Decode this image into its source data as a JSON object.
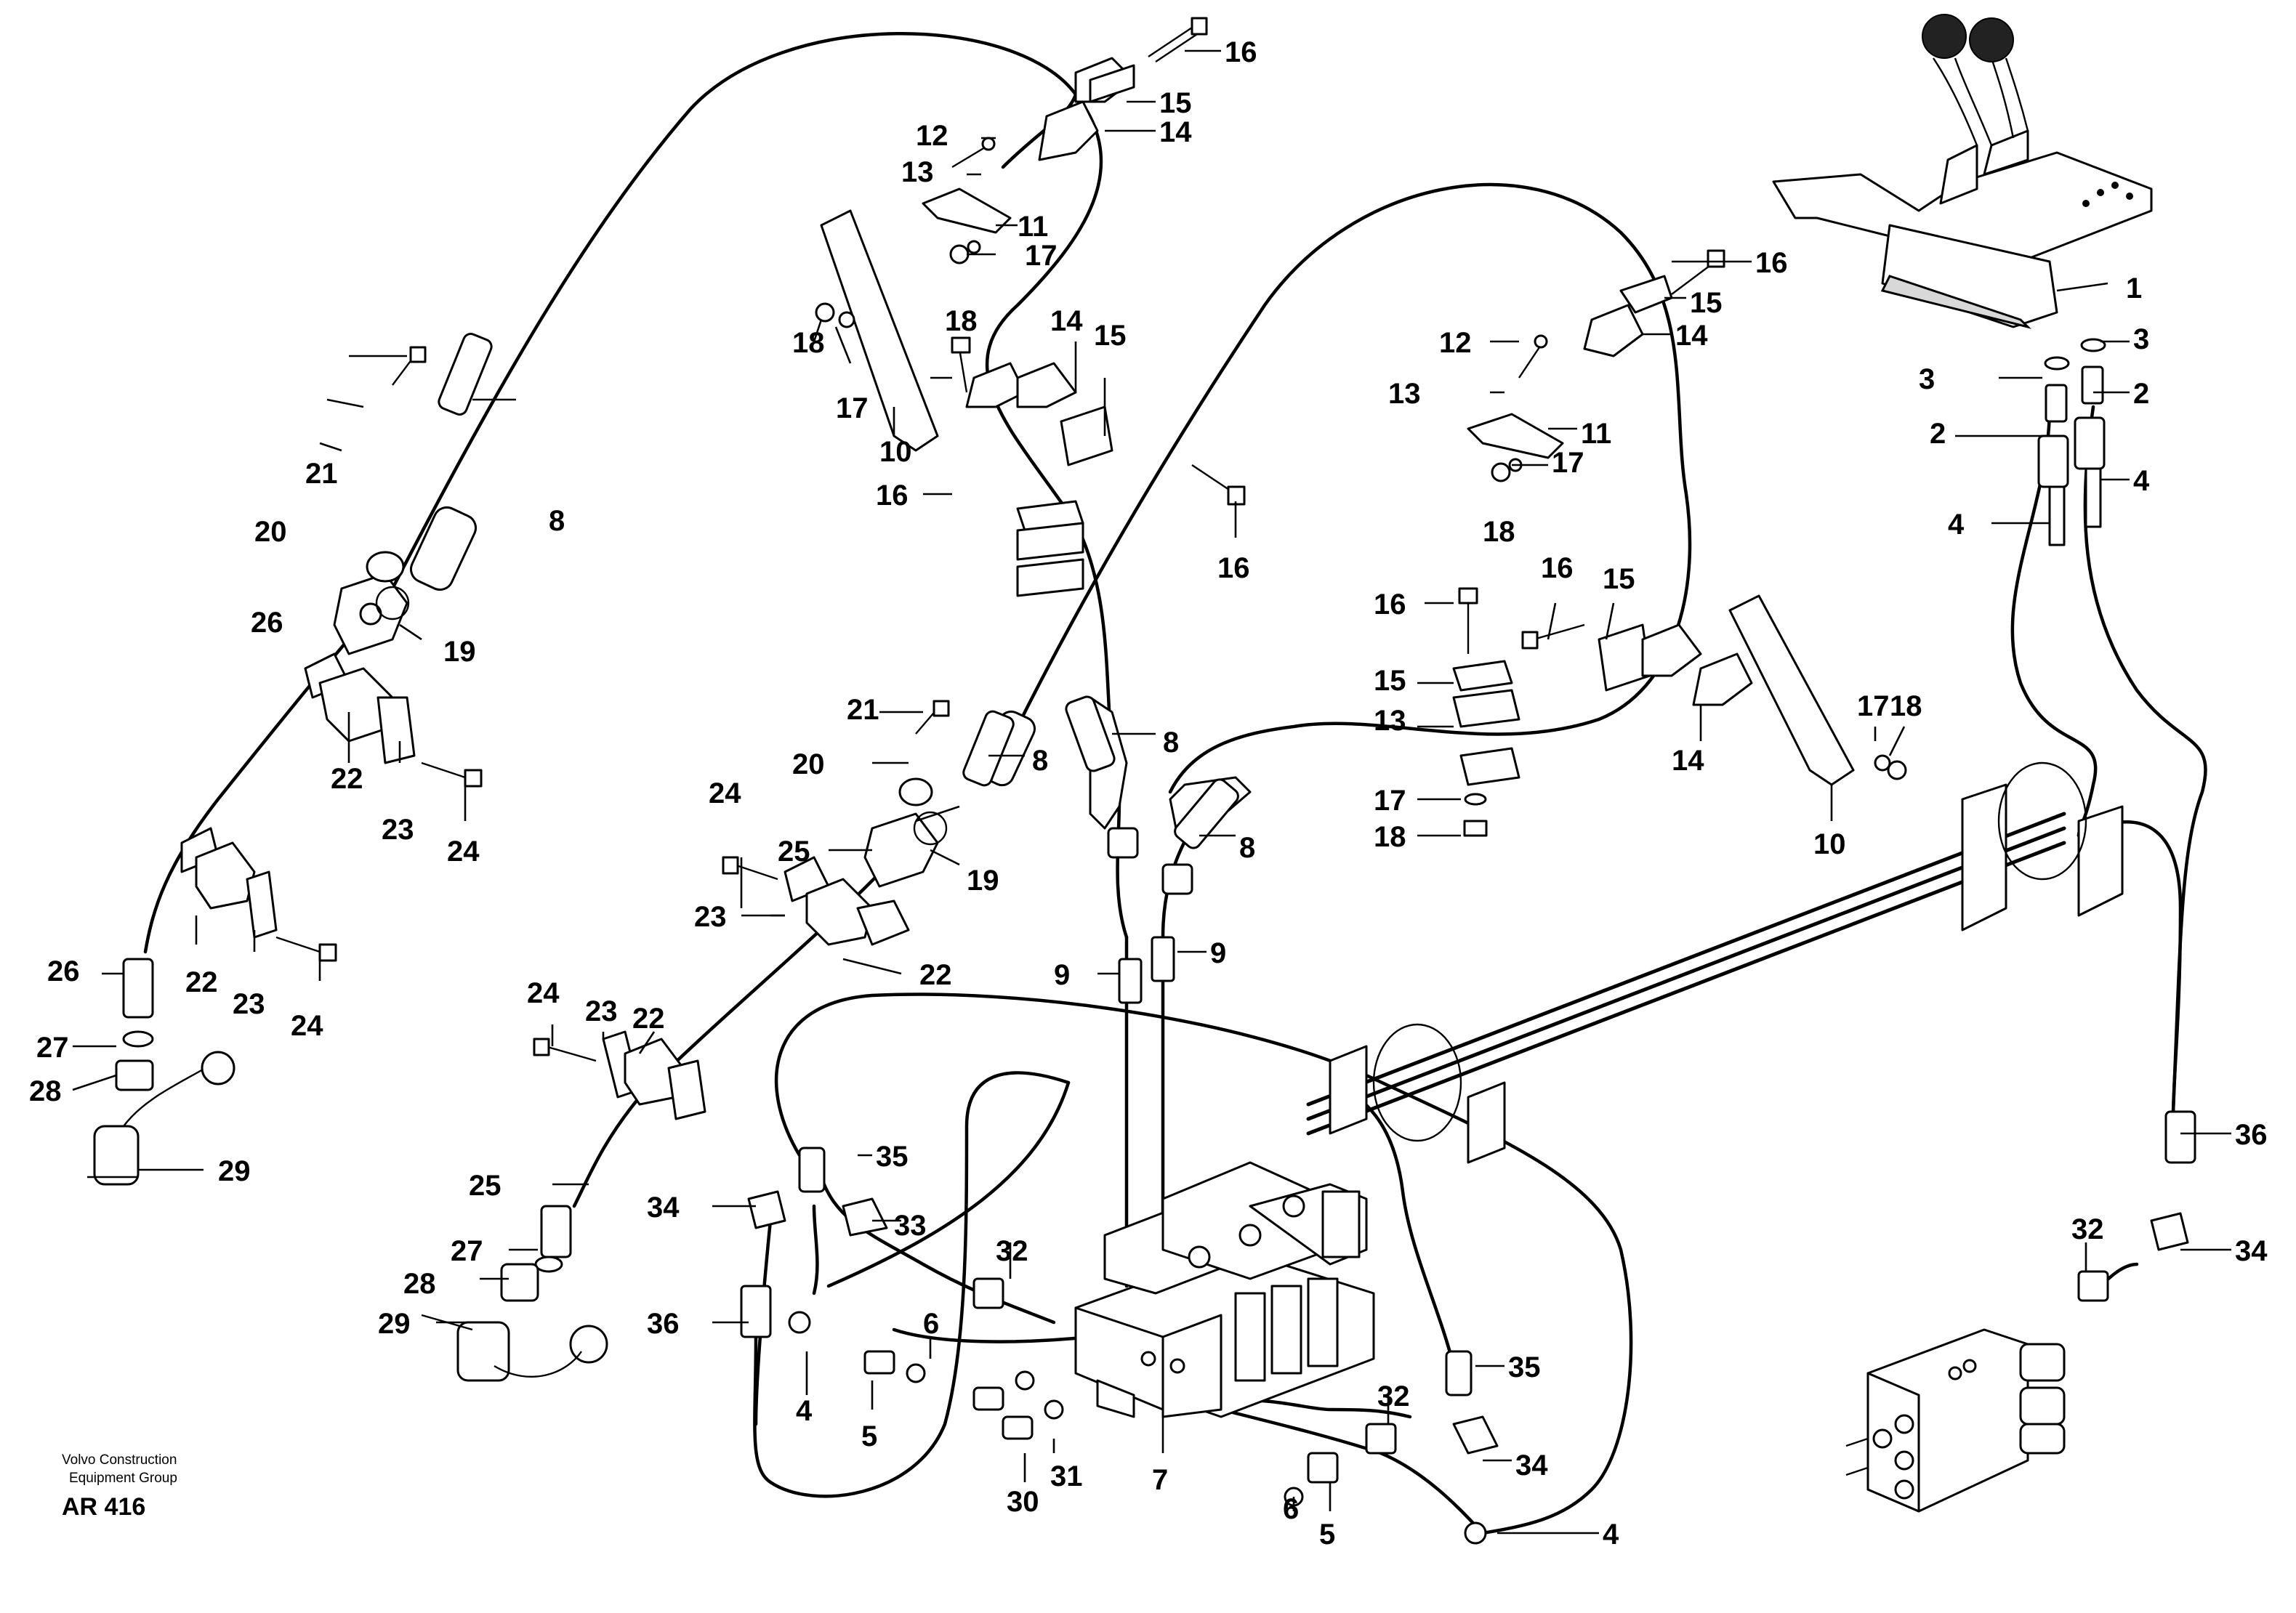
{
  "credit": {
    "line1": "Volvo Construction",
    "line2": "Equipment Group",
    "code": "AR 416"
  },
  "callouts": [
    "1",
    "2",
    "3",
    "4",
    "5",
    "6",
    "7",
    "8",
    "9",
    "10",
    "11",
    "12",
    "13",
    "14",
    "15",
    "16",
    "17",
    "18",
    "19",
    "20",
    "21",
    "22",
    "23",
    "24",
    "25",
    "26",
    "27",
    "28",
    "29",
    "30",
    "31",
    "32",
    "33",
    "34",
    "35",
    "36"
  ]
}
